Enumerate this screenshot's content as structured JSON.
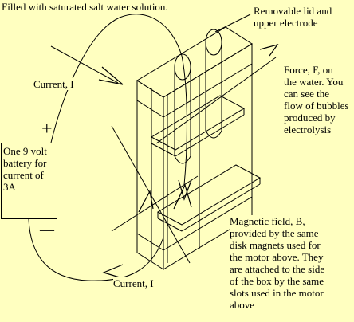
{
  "labels": {
    "top_note": "Filled with saturated salt water solution.",
    "lid_line1": "Removable lid and",
    "lid_line2": "upper electrode",
    "current_top": "Current, I",
    "current_bottom": "Current, I",
    "force_lines": [
      "Force, F, on",
      "the water. You",
      "can see the",
      "flow of bubbles",
      "produced by",
      "electrolysis"
    ],
    "battery_lines": [
      "One 9 volt",
      "battery for",
      "current of 3A"
    ],
    "plus_sign": "+",
    "minus_sign": "—",
    "magnet_lines": [
      "Magnetic field, B,",
      "provided by the same",
      "disk magnets used for",
      "the motor above.  They",
      "are attached to the side",
      "of the box by the same",
      "slots used in the motor",
      "above"
    ]
  },
  "colors": {
    "background": "#ffffc0",
    "ink": "#000000"
  }
}
